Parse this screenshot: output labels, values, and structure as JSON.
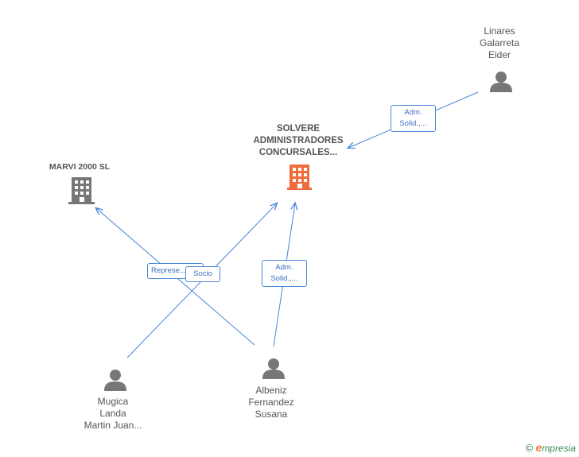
{
  "nodes": {
    "solvere": {
      "lines": [
        "SOLVERE",
        "ADMINISTRADORES",
        "CONCURSALES..."
      ],
      "color": "#f26b3a"
    },
    "marvi": {
      "lines": [
        "MARVI 2000 SL"
      ],
      "color": "#777777"
    },
    "linares": {
      "lines": [
        "Linares",
        "Galarreta",
        "Eider"
      ]
    },
    "mugica": {
      "lines": [
        "Mugica",
        "Landa",
        "Martin Juan..."
      ]
    },
    "albeniz": {
      "lines": [
        "Albeniz",
        "Fernandez",
        "Susana"
      ]
    }
  },
  "edges": {
    "linares_solvere": {
      "lines": [
        "Adm.",
        "Solid.,..."
      ]
    },
    "albeniz_solvere": {
      "lines": [
        "Adm.",
        "Solid.,..."
      ]
    },
    "albeniz_marvi": {
      "lines": [
        "Represe..."
      ]
    },
    "mugica_solvere": {
      "lines": [
        "Socio"
      ]
    }
  },
  "footer": {
    "copyright": "©",
    "brand_initial": "e",
    "brand_rest": "mpresia"
  },
  "colors": {
    "edge": "#4a86d8",
    "person": "#777777",
    "company_main": "#f26b3a",
    "company": "#777777"
  }
}
